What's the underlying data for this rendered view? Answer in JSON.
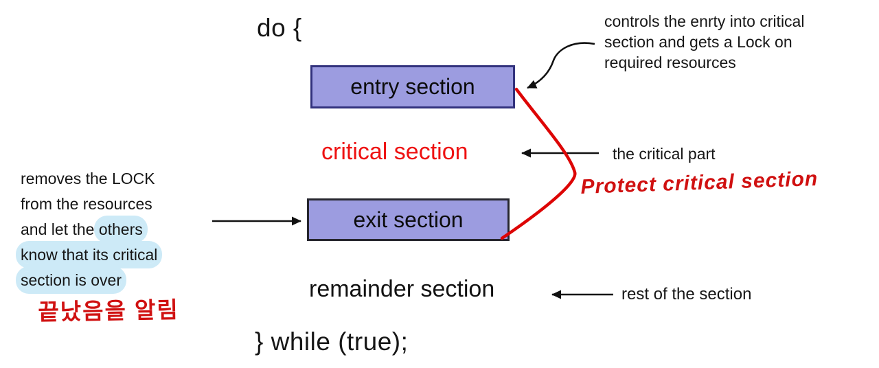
{
  "diagram": {
    "code_top": "do {",
    "code_bottom": "} while (true);",
    "boxes": [
      {
        "label": "entry section"
      },
      {
        "label": "exit section"
      }
    ],
    "critical_label": "critical section",
    "remainder_label": "remainder section",
    "annotations": {
      "entry_note_lines": [
        "controls the enrty into critical",
        "section and gets a Lock on",
        "required resources"
      ],
      "critical_note": "the critical part",
      "remainder_note": "rest of the section",
      "exit_note_lines": [
        {
          "pre": "removes the LOCK",
          "hl": ""
        },
        {
          "pre": "from the resources",
          "hl": ""
        },
        {
          "pre": "and let the ",
          "hl": "others"
        },
        {
          "pre": "",
          "hl": "know that its critical"
        },
        {
          "pre": "",
          "hl": "section is over"
        }
      ],
      "handwritten_red": "Protect critical section",
      "handwritten_korean": "끝났음을 알림"
    },
    "colors": {
      "box_fill": "#9c9ce0",
      "entry_border": "#32327d",
      "exit_border": "#26262e",
      "critical_text": "#ee1111",
      "handwriting_red": "#d01111",
      "zigzag_red": "#dd0505",
      "highlight": "#cdeaf7",
      "arrow_black": "#111111"
    }
  }
}
